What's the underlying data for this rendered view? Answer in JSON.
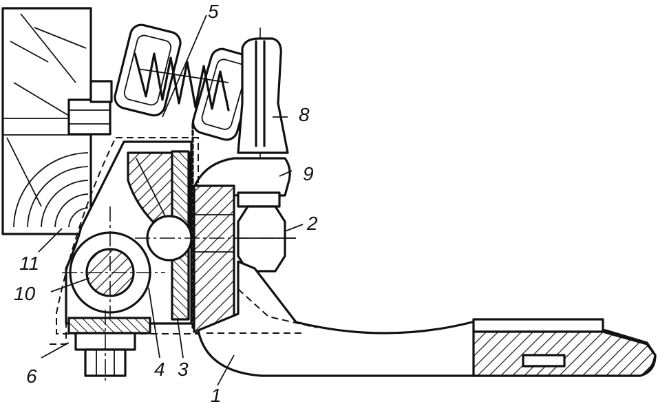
{
  "callouts": {
    "c1": "1",
    "c2": "2",
    "c3": "3",
    "c4": "4",
    "c5": "5",
    "c6": "6",
    "c8": "8",
    "c9": "9",
    "c10": "10",
    "c11": "11"
  }
}
